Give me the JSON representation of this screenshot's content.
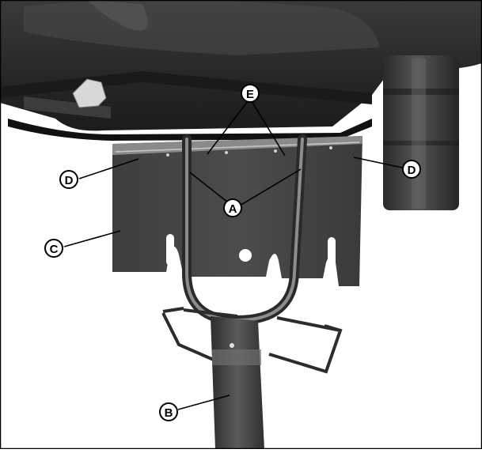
{
  "figure": {
    "callouts": [
      {
        "id": "A",
        "label": "A"
      },
      {
        "id": "B",
        "label": "B"
      },
      {
        "id": "C",
        "label": "C"
      },
      {
        "id": "D-left",
        "label": "D"
      },
      {
        "id": "D-right",
        "label": "D"
      },
      {
        "id": "E",
        "label": "E"
      }
    ]
  },
  "colors": {
    "frame_border": "#000000",
    "background": "#ffffff",
    "deck_dark": "#2b2b2b",
    "plate_gray": "#4a4a4a",
    "highlight": "#bdbdbd",
    "callout_fill": "#ffffff",
    "callout_stroke": "#000000"
  }
}
